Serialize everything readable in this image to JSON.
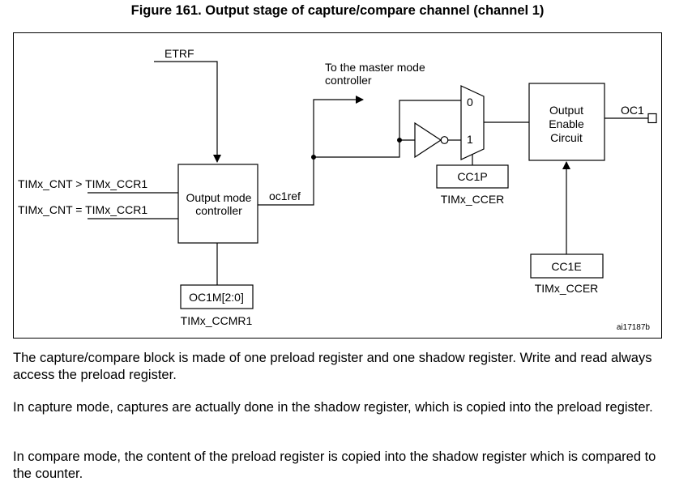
{
  "figure": {
    "title": "Figure 161. Output stage of capture/compare channel (channel 1)",
    "labels": {
      "etrf": "ETRF",
      "master_line1": "To the master mode",
      "master_line2": "controller",
      "input_gt": "TIMx_CNT > TIMx_CCR1",
      "input_eq": "TIMx_CNT = TIMx_CCR1",
      "omc_line1": "Output mode",
      "omc_line2": "controller",
      "oc1ref": "oc1ref",
      "oc1m": "OC1M[2:0]",
      "ccmr1": "TIMx_CCMR1",
      "mux_0": "0",
      "mux_1": "1",
      "cc1p": "CC1P",
      "ccer_p": "TIMx_CCER",
      "oe_line1": "Output",
      "oe_line2": "Enable",
      "oe_line3": "Circuit",
      "oc1": "OC1",
      "cc1e": "CC1E",
      "ccer_e": "TIMx_CCER",
      "ref": "ai17187b"
    }
  },
  "paragraphs": [
    "The capture/compare block is made of one preload register and one shadow register. Write and read always access the preload register.",
    "In capture mode, captures are actually done in the shadow register, which is copied into the preload register.",
    "In compare mode, the content of the preload register is copied into the shadow register which is compared to the counter."
  ]
}
